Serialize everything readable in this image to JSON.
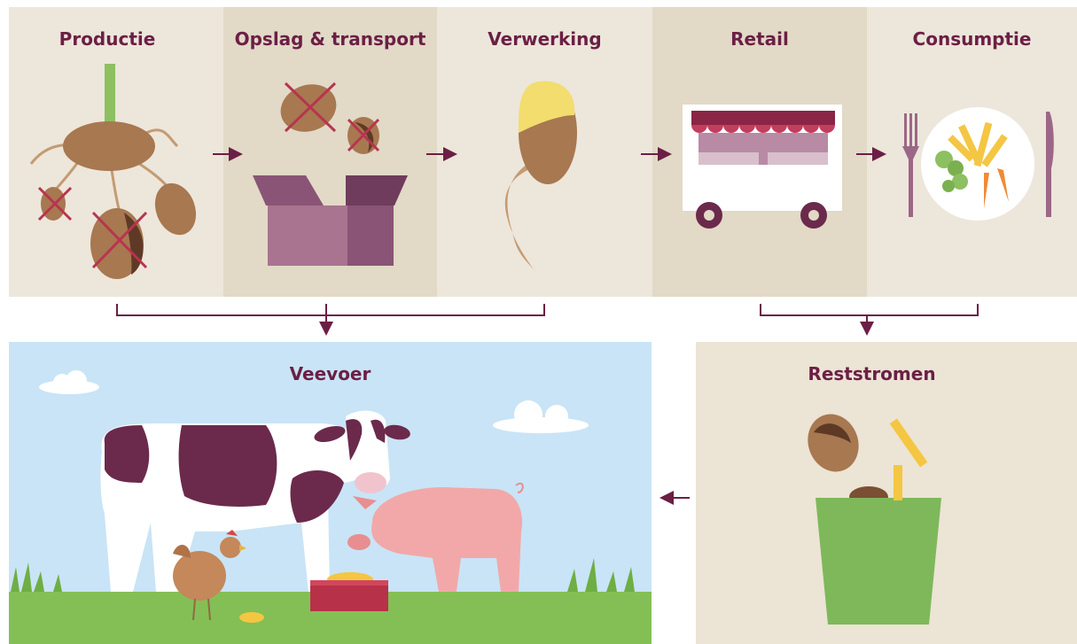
{
  "stages": [
    {
      "label": "Productie",
      "bg": "#ede6db"
    },
    {
      "label": "Opslag & transport",
      "bg": "#e2d9c7"
    },
    {
      "label": "Verwerking",
      "bg": "#ede6db"
    },
    {
      "label": "Retail",
      "bg": "#e2d9c7"
    },
    {
      "label": "Consumptie",
      "bg": "#ede6db"
    }
  ],
  "outputs": [
    {
      "label": "Veevoer",
      "bg": "#c9e4f6"
    },
    {
      "label": "Reststromen",
      "bg": "#ece4d5"
    }
  ],
  "colors": {
    "accent": "#6b1f45",
    "potato": "#a87850",
    "cross": "#b8344f",
    "box": "#9c6786",
    "bin": "#7eb85a",
    "grass": "#84bf55",
    "pig": "#f2a8a8",
    "cow_spot": "#6b2a4b"
  },
  "icons": [
    "potato-plant-icon",
    "crossed-potato-icon",
    "box-icon",
    "peeled-potato-icon",
    "market-cart-icon",
    "plate-icon",
    "fork-icon",
    "knife-icon",
    "cow-icon",
    "pig-icon",
    "chicken-icon",
    "feed-trough-icon",
    "green-bin-icon",
    "cloud-icon",
    "arrow-right-icon",
    "arrow-down-icon",
    "arrow-left-icon"
  ]
}
